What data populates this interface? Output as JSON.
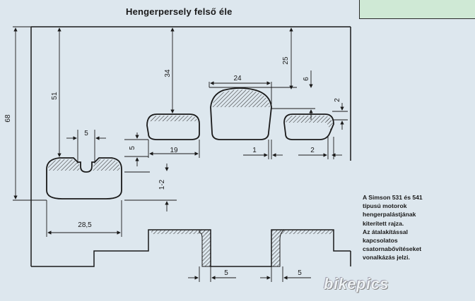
{
  "title": "Hengerpersely felső éle",
  "caption_lines": [
    "A Simson 531 és 541",
    "típusú motorok",
    "hengerpalástjának",
    "kiterített rajza.",
    "Az átalakítással",
    "kapcsolatos",
    "csatornabővítéseket",
    "vonalkázás jelzi."
  ],
  "dimensions": {
    "d68": "68",
    "d51": "51",
    "d34": "34",
    "d25": "25",
    "d24": "24",
    "d6": "6",
    "d2_right": "2",
    "d5_top": "5",
    "d5_side": "5",
    "d19": "19",
    "d1_mid": "1",
    "d2_bottom": "2",
    "d1_2": "1-2",
    "d28_5": "28,5",
    "d5_bl": "5",
    "d5_br": "5"
  },
  "watermark": "bikepics",
  "colors": {
    "paper": "#dde7ee",
    "ink": "#1a1a1a",
    "green_box": "#cfe9d5"
  }
}
